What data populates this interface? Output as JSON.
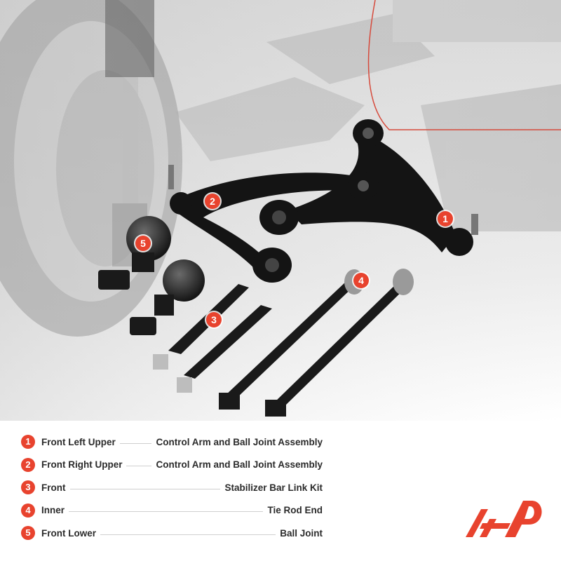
{
  "callouts": [
    "1",
    "2",
    "3",
    "4",
    "5"
  ],
  "legend": [
    {
      "num": "1",
      "left": "Front Left Upper",
      "right": "Control Arm and Ball Joint Assembly"
    },
    {
      "num": "2",
      "left": "Front Right Upper",
      "right": "Control Arm and Ball Joint Assembly"
    },
    {
      "num": "3",
      "left": "Front",
      "right": "Stabilizer Bar Link Kit"
    },
    {
      "num": "4",
      "left": "Inner",
      "right": "Tie Rod End"
    },
    {
      "num": "5",
      "left": "Front Lower",
      "right": "Ball Joint"
    }
  ],
  "colors": {
    "accent": "#e8432e",
    "text": "#2b2b2b",
    "parts": "#1a1a1a"
  },
  "logo": {
    "icon": "brand-logo-icon"
  }
}
